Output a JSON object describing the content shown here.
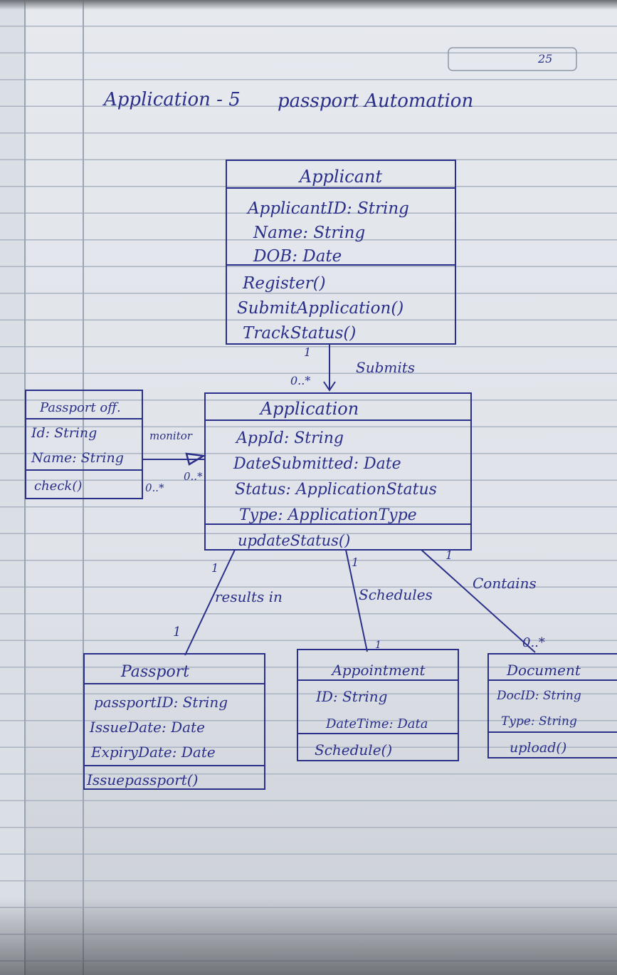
{
  "header": {
    "page_number": "25",
    "heading_left": "Application - 5",
    "heading_right": "passport Automation"
  },
  "classes": {
    "applicant": {
      "name": "Applicant",
      "attributes": [
        "ApplicantID: String",
        "Name: String",
        "DOB: Date"
      ],
      "methods": [
        "Register()",
        "SubmitApplication()",
        "TrackStatus()"
      ]
    },
    "application": {
      "name": "Application",
      "attributes": [
        "AppId: String",
        "DateSubmitted: Date",
        "Status: ApplicationStatus",
        "Type: ApplicationType"
      ],
      "methods": [
        "updateStatus()"
      ]
    },
    "passport_officer": {
      "name": "Passport off.",
      "attributes": [
        "Id: String",
        "Name: String"
      ],
      "methods": [
        "check()"
      ]
    },
    "passport": {
      "name": "Passport",
      "attributes": [
        "passportID: String",
        "IssueDate: Date",
        "ExpiryDate: Date"
      ],
      "methods": [
        "Issuepassport()"
      ]
    },
    "appointment": {
      "name": "Appointment",
      "attributes": [
        "ID: String",
        "DateTime: Data"
      ],
      "methods": [
        "Schedule()"
      ]
    },
    "document": {
      "name": "Document",
      "attributes": [
        "DocID: String",
        "Type: String"
      ],
      "methods": [
        "upload()"
      ]
    }
  },
  "relationships": {
    "submits": {
      "label": "Submits",
      "source_mult": "1",
      "target_mult": "0..*"
    },
    "monitor": {
      "label": "monitor",
      "source_mult": "0..*",
      "target_mult": "0..*"
    },
    "results_in": {
      "label": "results in",
      "source_mult": "1",
      "target_mult": "1"
    },
    "schedules": {
      "label": "Schedules",
      "source_mult": "1",
      "target_mult": "1"
    },
    "contains": {
      "label": "Contains",
      "source_mult": "1",
      "target_mult": "0..*"
    }
  },
  "colors": {
    "ink": "#2a2f8a",
    "paper": "#e3e6eb",
    "ruled_line": "#a9b3c2"
  }
}
